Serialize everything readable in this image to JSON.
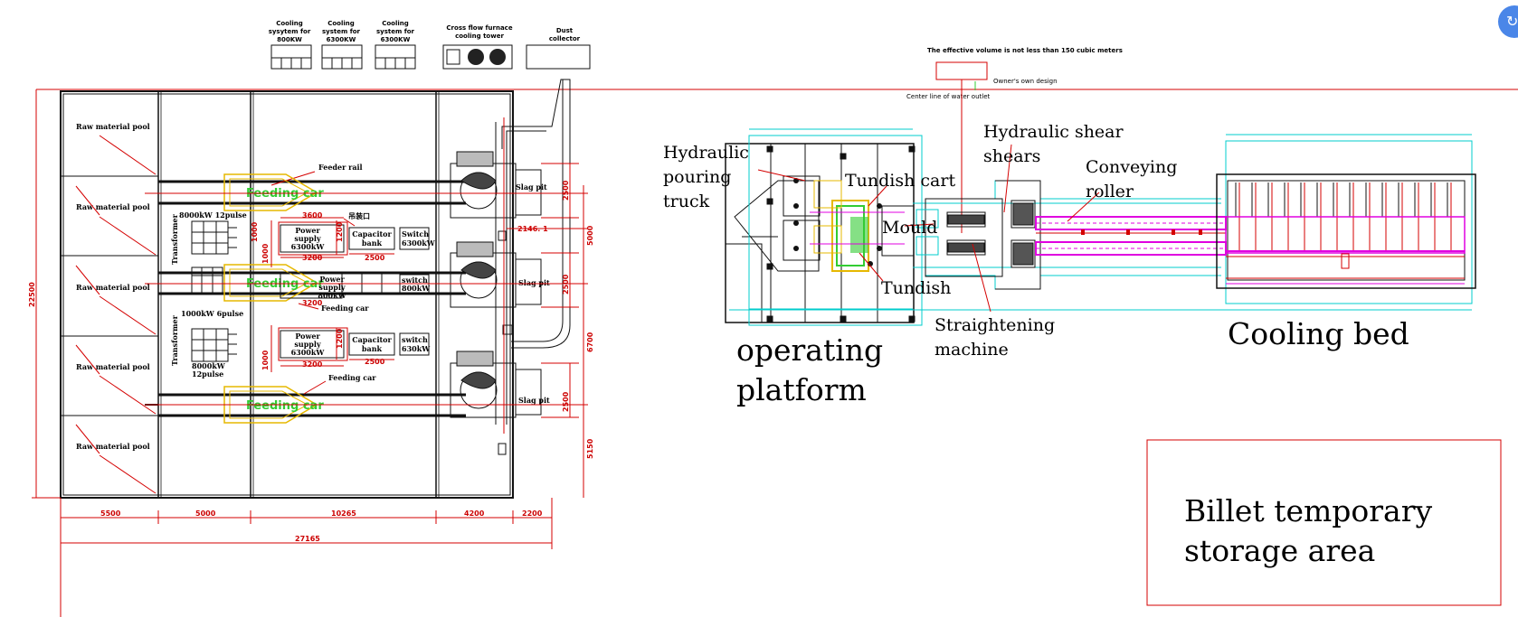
{
  "left_plan": {
    "top_equipment": [
      {
        "label_lines": [
          "Cooling",
          "sysytem for",
          "800KW"
        ]
      },
      {
        "label_lines": [
          "Cooling",
          "system for",
          "6300KW"
        ]
      },
      {
        "label_lines": [
          "Cooling",
          "system for",
          "6300KW"
        ]
      },
      {
        "label_lines": [
          "Cross flow furnace",
          "cooling tower"
        ]
      },
      {
        "label_lines": [
          "Dust",
          "collector"
        ]
      }
    ],
    "raw_material_pools": [
      "Raw material pool",
      "Raw material pool",
      "Raw material pool",
      "Raw material pool",
      "Raw material pool"
    ],
    "feeder_rail": "Feeder rail",
    "feeding_car_labels": [
      "Feeding car",
      "Feeding car",
      "Feeding car"
    ],
    "feeding_car_small": [
      "Feeding car",
      "Feeding car"
    ],
    "transformer_labels": [
      "Transformer",
      "Transformer"
    ],
    "transformer_specs": [
      [
        "8000kW 12pulse"
      ],
      [
        "1000kW 6pulse"
      ],
      [
        "8000kW",
        "12pulse"
      ]
    ],
    "power_supplies": [
      {
        "lines": [
          "Power",
          "supply",
          "6300kW"
        ]
      },
      {
        "lines": [
          "Power",
          "supply",
          "800kW"
        ]
      },
      {
        "lines": [
          "Power",
          "supply",
          "6300kW"
        ]
      }
    ],
    "capacitor_banks": [
      {
        "lines": [
          "Capacitor",
          "bank"
        ]
      },
      {
        "lines": [
          "Capacitor",
          "bank"
        ]
      }
    ],
    "switches": [
      {
        "lines": [
          "Switch",
          "6300kW"
        ]
      },
      {
        "lines": [
          "switch",
          "800kW"
        ]
      },
      {
        "lines": [
          "switch",
          "630kW"
        ]
      }
    ],
    "slag_pits": [
      "Slag pit",
      "Slag pit",
      "Slag pit"
    ],
    "chinese_label": "吊装口",
    "dims": {
      "d3600": "3600",
      "d3200a": "3200",
      "d3200b": "3200",
      "d3200c": "3200",
      "d2500a": "2500",
      "d2500b": "2500",
      "d1000a": "1000",
      "d1000b": "1000",
      "d1000c": "1000",
      "d1200a": "1200",
      "d1200b": "1200",
      "d2146": "2146. 1",
      "d2500v1": "2500",
      "d2500v2": "2500",
      "d2500v3": "2500",
      "d5000v": "5000",
      "d6700v": "6700",
      "d5150v": "5150",
      "d22500": "22500",
      "b5500": "5500",
      "b5000": "5000",
      "b10265": "10265",
      "b4200": "4200",
      "b2200": "2200",
      "b27165": "27165"
    }
  },
  "water": {
    "volume_note": "The effective volume is not less than 150 cubic meters",
    "owner_note": "Owner's own design",
    "center_line": "Center line of water outlet"
  },
  "right_plan": {
    "hydraulic_pouring_truck": [
      "Hydraulic",
      "pouring",
      "truck"
    ],
    "tundish_cart": "Tundish cart",
    "mould": "Mould",
    "tundish": "Tundish",
    "hydraulic_shear": [
      "Hydraulic shear",
      "shears"
    ],
    "conveying_roller": [
      "Conveying",
      "roller"
    ],
    "straightening_machine": [
      "Straightening",
      "machine"
    ],
    "operating_platform": [
      "operating",
      "platform"
    ],
    "cooling_bed": "Cooling bed",
    "billet_storage": [
      "Billet temporary",
      "storage area"
    ]
  },
  "colors": {
    "dimension_red": "#d40000",
    "rail_black": "#111111",
    "feeding_car_green": "#33cc33",
    "feeding_car_yellow": "#e6b800",
    "magenta": "#e000e0",
    "cyan": "#00cccc",
    "accent_blue": "#4a86e8"
  },
  "icons": {
    "corner": "refresh-icon"
  }
}
